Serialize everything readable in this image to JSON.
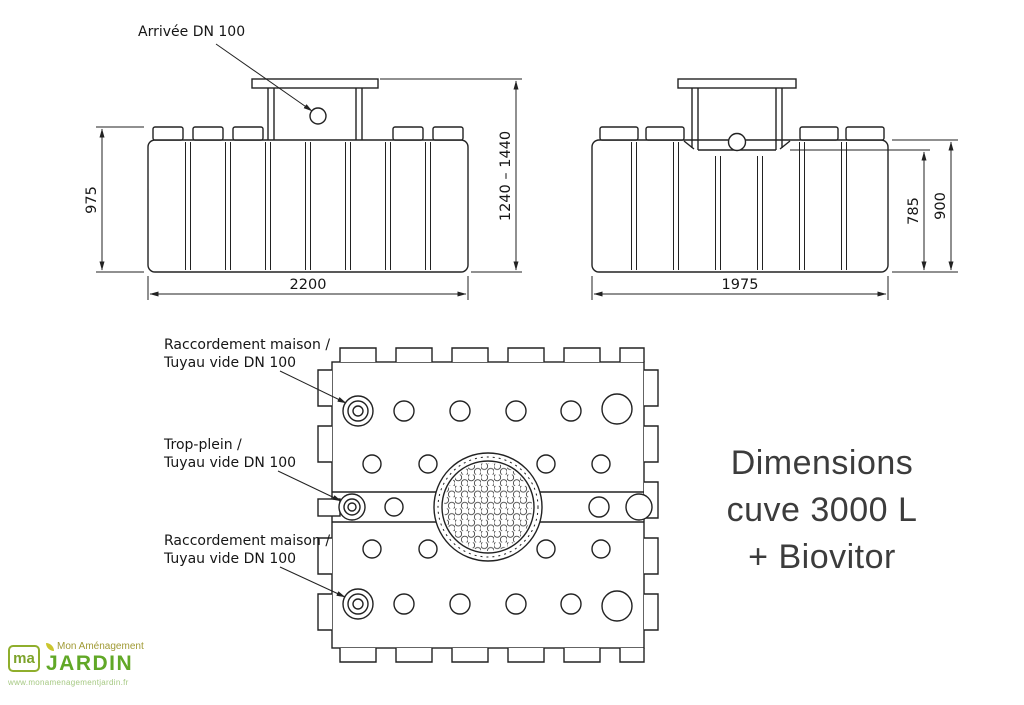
{
  "colors": {
    "line": "#222222",
    "text": "#161616",
    "title_text": "#3c3c3c",
    "logo_green": "#61a827",
    "logo_olive": "#a09a34",
    "logo_light_green": "#a6c983"
  },
  "front_view": {
    "inlet_label": "Arrivée DN 100",
    "dim_height_body": "975",
    "dim_height_total": "1240  –  1440",
    "dim_width": "2200"
  },
  "side_view": {
    "dim_height_shoulder": "785",
    "dim_height_total": "900",
    "dim_width": "1975"
  },
  "top_view": {
    "labels": [
      {
        "line1": "Raccordement maison /",
        "line2": "Tuyau vide DN 100"
      },
      {
        "line1": "Trop-plein /",
        "line2": "Tuyau vide DN 100"
      },
      {
        "line1": "Raccordement maison /",
        "line2": "Tuyau vide DN 100"
      }
    ]
  },
  "title": {
    "lines": [
      "Dimensions",
      "cuve 3000 L",
      "+ Biovitor"
    ]
  },
  "logo": {
    "monogram": "ma",
    "tagline": "Mon Aménagement",
    "name": "JARDIN",
    "url": "www.monamenagementjardin.fr"
  }
}
